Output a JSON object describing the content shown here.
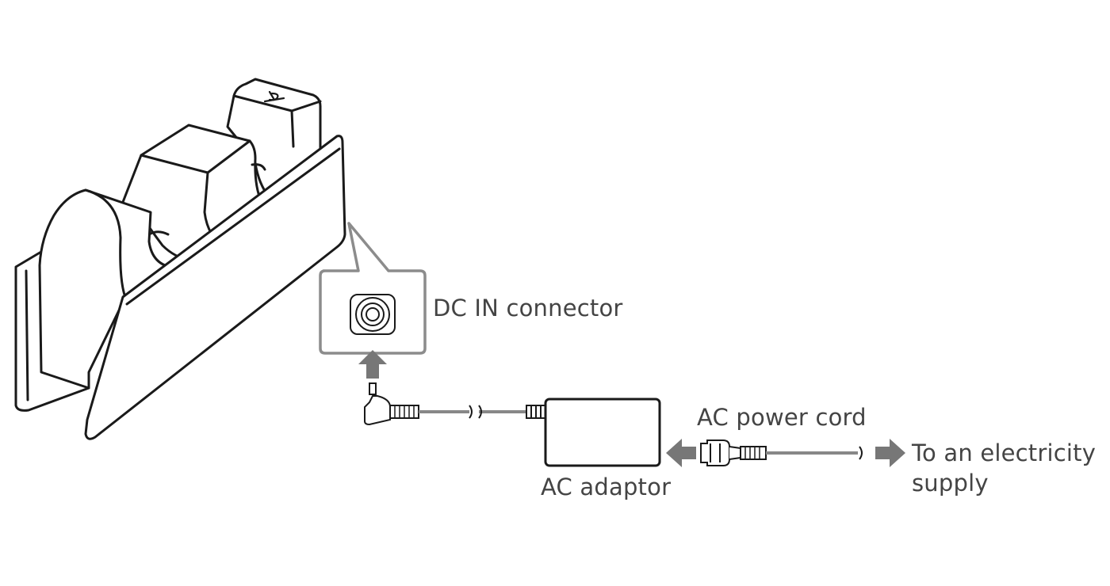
{
  "labels": {
    "dc_in": "DC IN connector",
    "ac_power_cord": "AC power cord",
    "ac_adaptor": "AC adaptor",
    "electricity_supply": "To an electricity supply"
  },
  "logo": "PS",
  "colors": {
    "line": "#1a1a1a",
    "cable": "#888888",
    "callout": "#8c8c8c",
    "arrow": "#777777",
    "text": "#444444"
  }
}
